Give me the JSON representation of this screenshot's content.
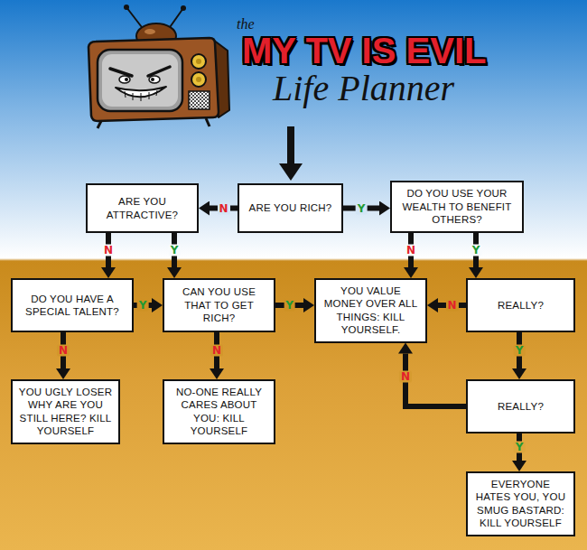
{
  "diagram": {
    "title": "MY TV IS EVIL",
    "nodes": [
      {
        "text": [
          "ARE YOU RICH?"
        ]
      },
      {
        "text": [
          "ARE YOU ATTRACTIVE?"
        ]
      },
      {
        "text": [
          "DO YOU USE YOUR WEALTH TO BENEFIT OTHERS?"
        ]
      },
      {
        "text": [
          "DO YOU HAVE A SPECIAL TALENT?"
        ]
      },
      {
        "text": [
          "CAN YOU USE THAT TO GET RICH?"
        ]
      },
      {
        "text": [
          "YOU VALUE MONEY OVER ALL THINGS: KILL YOURSELF."
        ]
      },
      {
        "text": [
          "REALLY?"
        ]
      },
      {
        "text": [
          "YOU UGLY LOSER WHY ARE YOU STILL HERE? KILL YOURSELF"
        ]
      },
      {
        "text": [
          "NO-ONE REALLY CARES ABOUT YOU: KILL YOURSELF"
        ]
      },
      {
        "text": [
          "REALLY?"
        ]
      },
      {
        "text": [
          "EVERYONE HATES YOU, YOU SMUG BASTARD: KILL YOURSELF"
        ]
      }
    ],
    "edges": [
      {
        "from": 0,
        "to": 1,
        "label": "N",
        "arrow": "to"
      },
      {
        "from": 0,
        "to": 2,
        "label": "Y",
        "arrow": "to"
      },
      {
        "from": 1,
        "to": 3,
        "label": "N",
        "arrow": "to"
      },
      {
        "from": 1,
        "to": 4,
        "label": "Y",
        "arrow": "to"
      },
      {
        "from": 2,
        "to": 5,
        "label": "N",
        "arrow": "to"
      },
      {
        "from": 2,
        "to": 6,
        "label": "Y",
        "arrow": "to"
      },
      {
        "from": 3,
        "to": 4,
        "label": "Y",
        "arrow": "to"
      },
      {
        "from": 4,
        "to": 5,
        "label": "Y",
        "arrow": "to"
      },
      {
        "from": 6,
        "to": 5,
        "label": "N",
        "arrow": "to"
      },
      {
        "from": 3,
        "to": 7,
        "label": "N",
        "arrow": "to"
      },
      {
        "from": 4,
        "to": 8,
        "label": "N",
        "arrow": "to"
      },
      {
        "from": 6,
        "to": 9,
        "label": "Y",
        "arrow": "to"
      },
      {
        "from": 9,
        "to": 5,
        "label": "N",
        "arrow": "to"
      },
      {
        "from": 9,
        "to": 10,
        "label": "Y",
        "arrow": "to"
      }
    ],
    "labels": [
      "the",
      "Life Planner"
    ]
  }
}
